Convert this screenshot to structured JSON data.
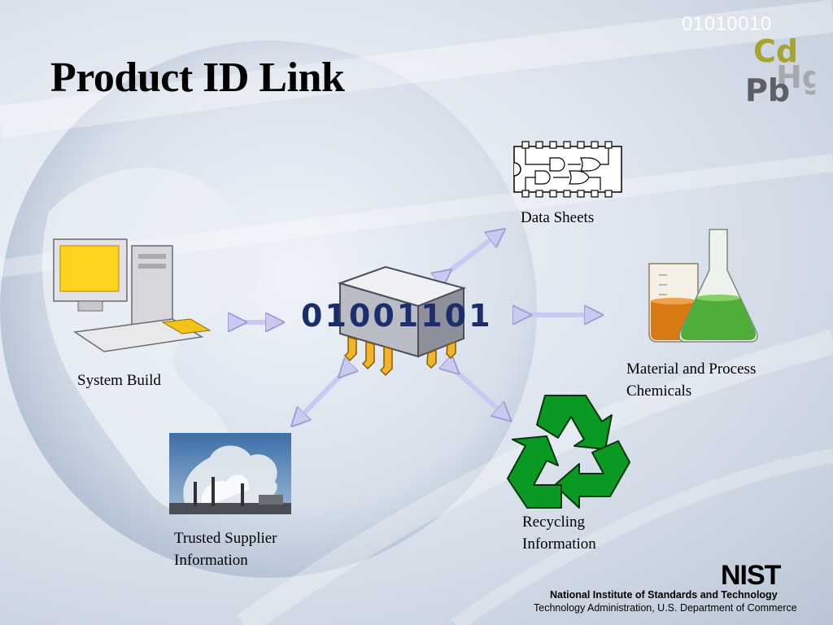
{
  "slide": {
    "title": "Product ID Link",
    "corner_binary": "01010010",
    "corner_elements": [
      "Cd",
      "Pb",
      "Hg"
    ],
    "center_binary": "01001101"
  },
  "nodes": {
    "data_sheets": "Data Sheets",
    "system_build": "System Build",
    "material_line1": "Material and Process",
    "material_line2": "Chemicals",
    "supplier_line1": "Trusted Supplier",
    "supplier_line2": "Information",
    "recycling_line1": "Recycling",
    "recycling_line2": "Information"
  },
  "footer": {
    "logo": "NIST",
    "name": "National Institute of Standards and Technology",
    "subtitle": "Technology Administration, U.S. Department of Commerce"
  },
  "colors": {
    "arrow": "#c9c9f2",
    "recycle_green": "#0a9a24",
    "chip_gold": "#f0b52a",
    "binary_blue": "#1b2e6b",
    "monitor_screen": "#ffd21f"
  }
}
